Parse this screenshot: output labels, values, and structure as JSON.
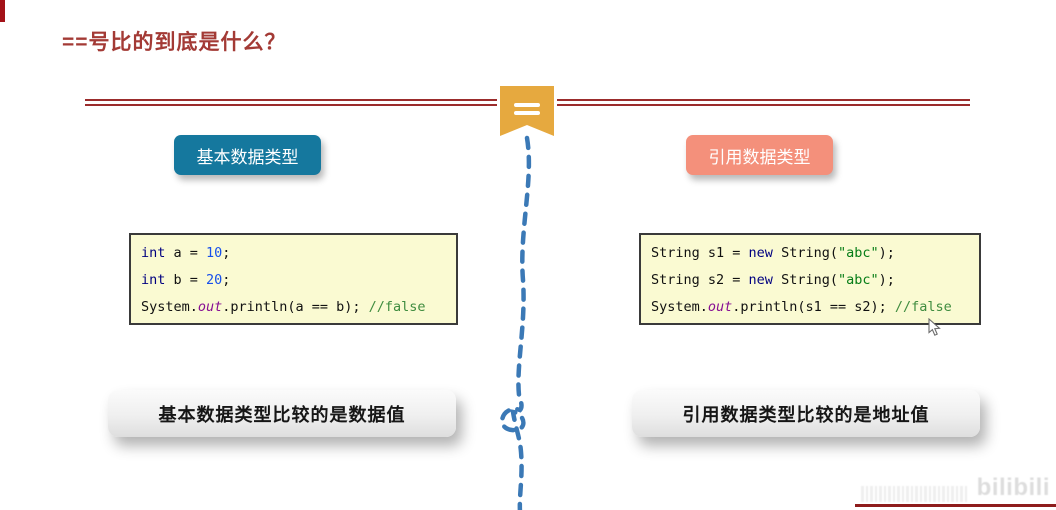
{
  "title": "==号比的到底是什么？",
  "badges": {
    "left": "基本数据类型",
    "right": "引用数据类型"
  },
  "code_left": {
    "lines": [
      [
        {
          "t": "int"
        },
        {
          "t": " a = "
        },
        {
          "t": "10"
        },
        {
          "t": ";"
        }
      ],
      [
        {
          "t": "int"
        },
        {
          "t": " b = "
        },
        {
          "t": "20"
        },
        {
          "t": ";"
        }
      ],
      [
        {
          "t": "System."
        },
        {
          "t": "out"
        },
        {
          "t": ".println(a == b); "
        },
        {
          "t": "//false"
        }
      ]
    ]
  },
  "code_right": {
    "lines": [
      [
        {
          "t": "String s1 = "
        },
        {
          "t": "new"
        },
        {
          "t": " String("
        },
        {
          "t": "\"abc\""
        },
        {
          "t": ");"
        }
      ],
      [
        {
          "t": "String s2 = "
        },
        {
          "t": "new"
        },
        {
          "t": " String("
        },
        {
          "t": "\"abc\""
        },
        {
          "t": ");"
        }
      ],
      [
        {
          "t": "System."
        },
        {
          "t": "out"
        },
        {
          "t": ".println(s1 == s2); "
        },
        {
          "t": "//false"
        }
      ]
    ]
  },
  "conclusions": {
    "left": "基本数据类型比较的是数据值",
    "right": "引用数据类型比较的是地址值"
  },
  "watermark": {
    "logo": "bilibili"
  },
  "colors": {
    "accent_red": "#A33A35",
    "divider_red": "#9B2C2C",
    "corner_bar_red": "#A31218",
    "badge_left_bg": "#15789E",
    "badge_right_bg": "#F4907B",
    "bookmark_gold": "#E6A93F",
    "connector_blue": "#3B79B6",
    "code_bg": "#FAFAD2",
    "keyword_navy": "#000080",
    "number_blue": "#1750EB",
    "field_purple": "#871094",
    "string_green": "#067D17",
    "comment_green": "#3F8C3F",
    "watermark_underline_red": "#8E1C1C"
  }
}
